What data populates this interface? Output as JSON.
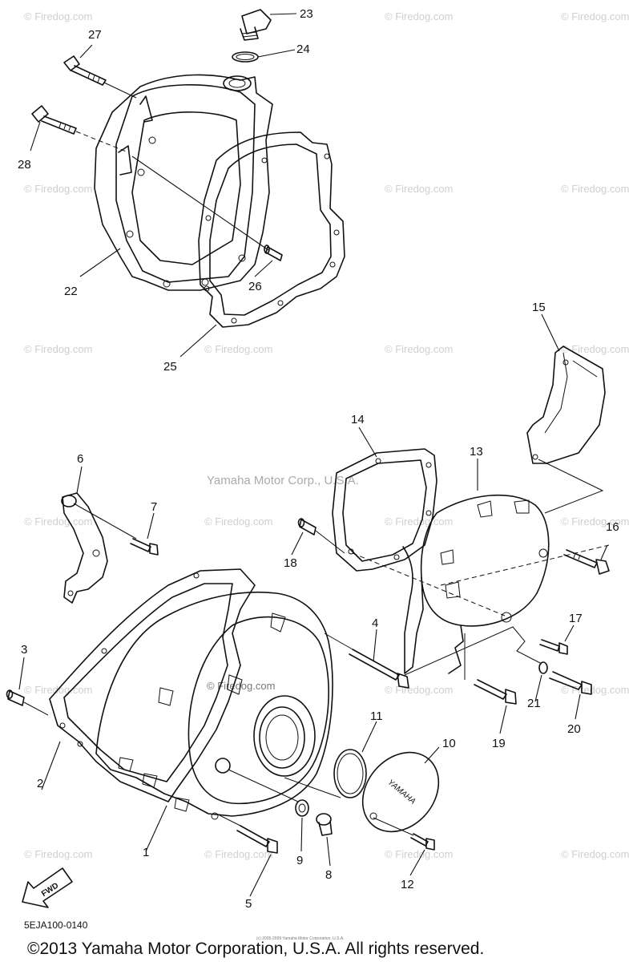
{
  "watermark": "© Firedog.com",
  "center_watermark": "Yamaha Motor Corp., U.S.A.",
  "diagram_code": "5EJA100-0140",
  "fwd_label": "FWD",
  "cover_logo": "YAMAHA",
  "fine_print": "(c) 2005-2009 Yamaha Motor Corporation, U.S.A.",
  "copyright": "©2013 Yamaha Motor Corporation, U.S.A. All rights reserved.",
  "callouts": [
    "1",
    "2",
    "3",
    "4",
    "5",
    "6",
    "7",
    "8",
    "9",
    "10",
    "11",
    "12",
    "13",
    "14",
    "15",
    "16",
    "17",
    "18",
    "19",
    "20",
    "21",
    "22",
    "23",
    "24",
    "25",
    "26",
    "27",
    "28"
  ]
}
